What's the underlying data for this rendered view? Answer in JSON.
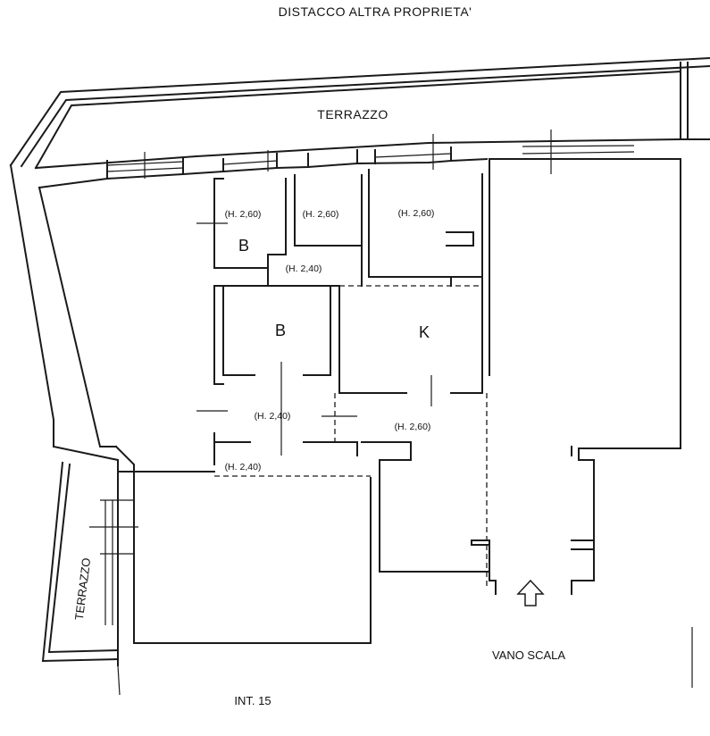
{
  "labels": {
    "top_boundary": "DISTACCO ALTRA PROPRIETA'",
    "terrace_top": "TERRAZZO",
    "terrace_left": "TERRAZZO",
    "stairwell": "VANO SCALA",
    "unit": "INT. 15"
  },
  "rooms": {
    "bath_small": "B",
    "bath_large": "B",
    "kitchen": "K"
  },
  "heights": {
    "h_bath_small": "(H. 2,60)",
    "h_closet": "(H. 2,60)",
    "h_kitchen_upper": "(H. 2,60)",
    "h_passage": "(H. 2,40)",
    "h_corridor": "(H. 2,40)",
    "h_hall_right": "(H. 2,60)",
    "h_corridor_low": "(H. 2,40)"
  }
}
